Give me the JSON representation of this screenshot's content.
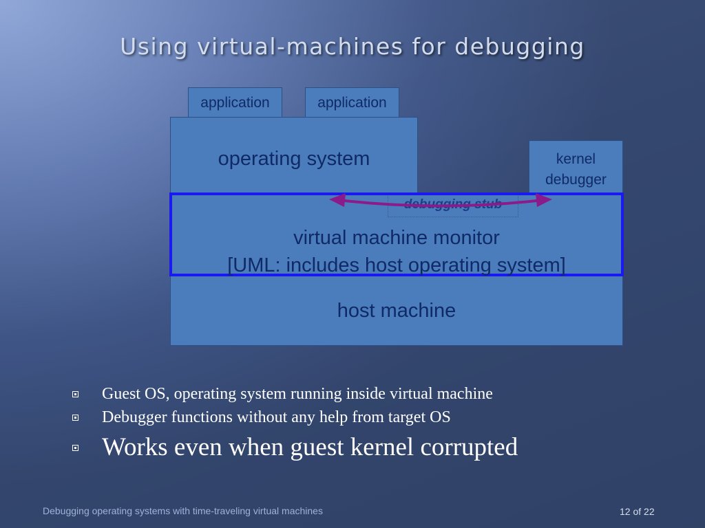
{
  "slide": {
    "title": "Using virtual-machines for debugging",
    "footer_text": "Debugging operating systems with time-traveling virtual machines",
    "page_number": "12 of 22"
  },
  "diagram": {
    "application_1": "application",
    "application_2": "application",
    "operating_system": "operating system",
    "kernel_debugger_line1": "kernel",
    "kernel_debugger_line2": "debugger",
    "debugging_stub": "debugging stub",
    "vmm_line1": "virtual machine monitor",
    "vmm_line2": "[UML: includes host operating system]",
    "host_machine": "host machine",
    "colors": {
      "box_fill": "#4b7dbd",
      "vmm_border": "#1a1af0",
      "arrow": "#8b1a8b"
    }
  },
  "bullets": [
    "Guest OS, operating system running inside virtual machine",
    "Debugger functions without any help from target OS",
    "Works even when guest kernel corrupted"
  ]
}
